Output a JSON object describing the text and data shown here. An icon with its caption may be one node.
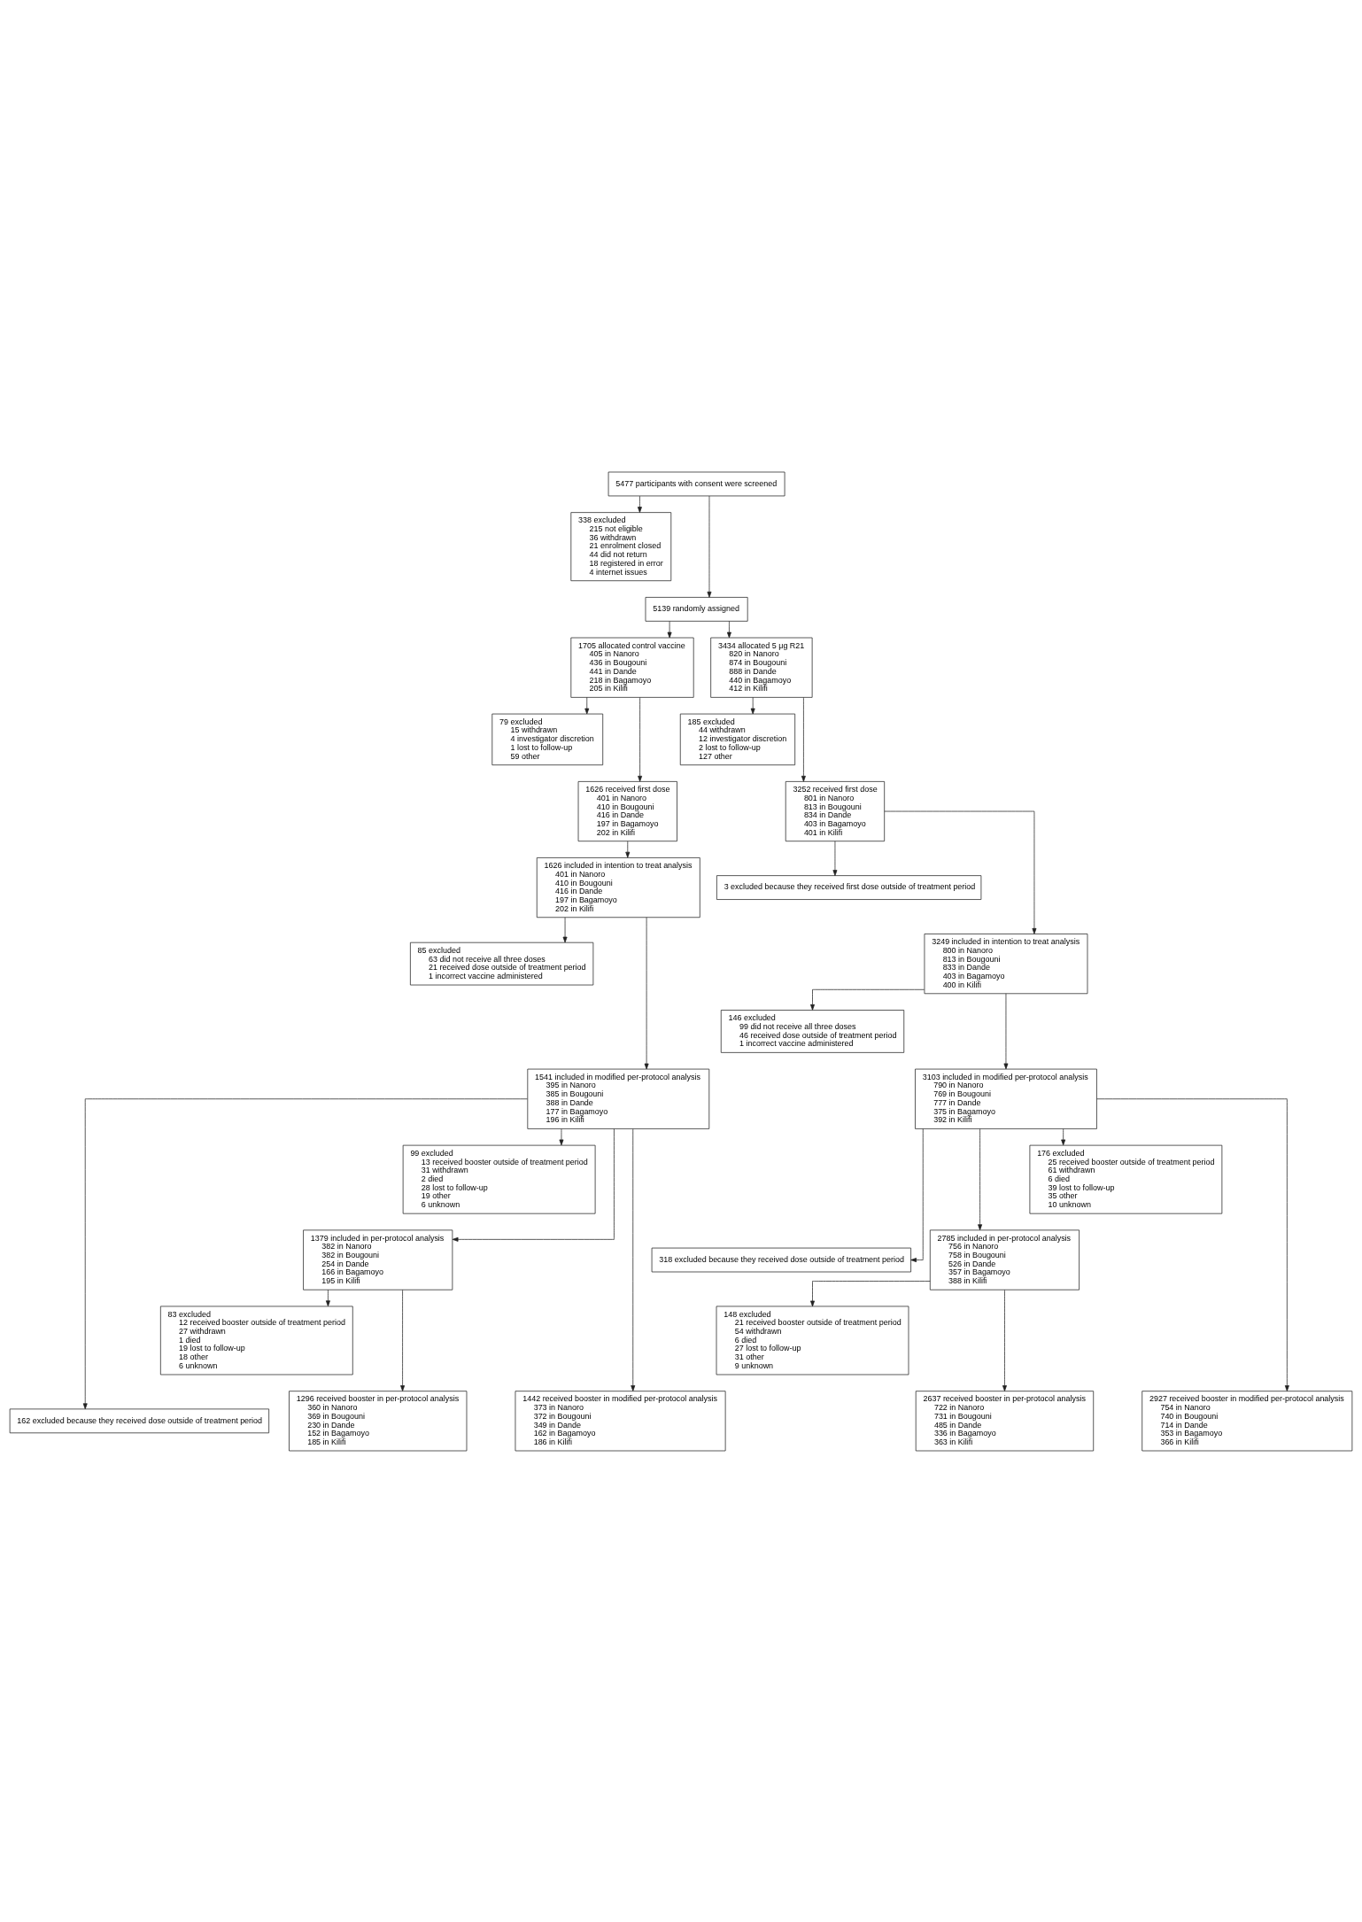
{
  "diagram": {
    "nodes": [
      {
        "text": [
          "5477 participants with consent were screened"
        ]
      },
      {
        "text": [
          "338 excluded",
          "215 not eligible",
          "36 withdrawn",
          "21 enrolment closed",
          "44 did not return",
          "18 registered in error",
          "4 internet issues"
        ]
      },
      {
        "text": [
          "5139 randomly assigned"
        ]
      },
      {
        "text": [
          "1705 allocated control vaccine",
          "405 in Nanoro",
          "436 in Bougouni",
          "441 in Dande",
          "218 in Bagamoyo",
          "205 in Kilifi"
        ]
      },
      {
        "text": [
          "3434 allocated 5 μg R21",
          "820 in Nanoro",
          "874 in Bougouni",
          "888 in Dande",
          "440 in Bagamoyo",
          "412 in Kilifi"
        ]
      },
      {
        "text": [
          "79 excluded",
          "15 withdrawn",
          "4 investigator discretion",
          "1 lost to follow-up",
          "59 other"
        ]
      },
      {
        "text": [
          "185 excluded",
          "44 withdrawn",
          "12 investigator discretion",
          "2 lost to follow-up",
          "127 other"
        ]
      },
      {
        "text": [
          "1626 received first dose",
          "401 in Nanoro",
          "410 in Bougouni",
          "416 in Dande",
          "197 in Bagamoyo",
          "202 in Kilifi"
        ]
      },
      {
        "text": [
          "3252 received first dose",
          "801 in Nanoro",
          "813 in Bougouni",
          "834 in Dande",
          "403 in Bagamoyo",
          "401 in Kilifi"
        ]
      },
      {
        "text": [
          "3 excluded because they received first dose outside of treatment period"
        ]
      },
      {
        "text": [
          "1626 included in intention to treat analysis",
          "401 in Nanoro",
          "410 in Bougouni",
          "416 in Dande",
          "197 in Bagamoyo",
          "202 in Kilifi"
        ]
      },
      {
        "text": [
          "3249 included in intention to treat analysis",
          "800 in Nanoro",
          "813 in Bougouni",
          "833 in Dande",
          "403 in Bagamoyo",
          "400 in Kilifi"
        ]
      },
      {
        "text": [
          "85 excluded",
          "63 did not receive all three doses",
          "21 received dose outside of treatment period",
          "1 incorrect vaccine administered"
        ]
      },
      {
        "text": [
          "146 excluded",
          "99 did not receive all three doses",
          "46 received dose outside of treatment period",
          "1 incorrect vaccine administered"
        ]
      },
      {
        "text": [
          "1541 included in modified per-protocol analysis",
          "395 in Nanoro",
          "385 in Bougouni",
          "388 in Dande",
          "177 in Bagamoyo",
          "196 in Kilifi"
        ]
      },
      {
        "text": [
          "3103 included in modified per-protocol analysis",
          "790 in Nanoro",
          "769 in Bougouni",
          "777 in Dande",
          "375 in Bagamoyo",
          "392 in Kilifi"
        ]
      },
      {
        "text": [
          "162 excluded because they received dose outside of treatment period"
        ]
      },
      {
        "text": [
          "318 excluded because they received dose outside of treatment period"
        ]
      },
      {
        "text": [
          "1379 included in per-protocol analysis",
          "382 in Nanoro",
          "382 in Bougouni",
          "254 in Dande",
          "166 in Bagamoyo",
          "195 in Kilifi"
        ]
      },
      {
        "text": [
          "2785 included in per-protocol analysis",
          "756 in Nanoro",
          "758 in Bougouni",
          "526 in Dande",
          "357 in Bagamoyo",
          "388 in Kilifi"
        ]
      },
      {
        "text": [
          "83 excluded",
          "12 received booster outside of treatment period",
          "27 withdrawn",
          "1 died",
          "19 lost to follow-up",
          "18 other",
          "6 unknown"
        ]
      },
      {
        "text": [
          "99 excluded",
          "13 received booster outside of treatment period",
          "31 withdrawn",
          "2 died",
          "28 lost to follow-up",
          "19 other",
          "6 unknown"
        ]
      },
      {
        "text": [
          "148 excluded",
          "21 received booster outside of treatment period",
          "54 withdrawn",
          "6 died",
          "27 lost to follow-up",
          "31 other",
          "9 unknown"
        ]
      },
      {
        "text": [
          "176 excluded",
          "25 received booster outside of treatment period",
          "61 withdrawn",
          "6 died",
          "39 lost to follow-up",
          "35 other",
          "10 unknown"
        ]
      },
      {
        "text": [
          "1296 received booster in per-protocol analysis",
          "360 in Nanoro",
          "369 in Bougouni",
          "230 in Dande",
          "152 in Bagamoyo",
          "185 in Kilifi"
        ]
      },
      {
        "text": [
          "1442 received booster in modified per-protocol analysis",
          "373 in Nanoro",
          "372 in Bougouni",
          "349 in Dande",
          "162 in Bagamoyo",
          "186 in Kilifi"
        ]
      },
      {
        "text": [
          "2637 received booster in per-protocol analysis",
          "722 in Nanoro",
          "731 in Bougouni",
          "485 in Dande",
          "336 in Bagamoyo",
          "363 in Kilifi"
        ]
      },
      {
        "text": [
          "2927 received booster in modified per-protocol analysis",
          "754 in Nanoro",
          "740 in Bougouni",
          "714 in Dande",
          "353 in Bagamoyo",
          "366 in Kilifi"
        ]
      }
    ],
    "edges": [
      {
        "from": 0,
        "to": 2,
        "arrow": "to"
      },
      {
        "from": 0,
        "to": 1,
        "arrow": "to"
      },
      {
        "from": 2,
        "to": 3,
        "arrow": "to"
      },
      {
        "from": 2,
        "to": 4,
        "arrow": "to"
      },
      {
        "from": 3,
        "to": 7,
        "arrow": "to"
      },
      {
        "from": 3,
        "to": 5,
        "arrow": "to"
      },
      {
        "from": 4,
        "to": 8,
        "arrow": "to"
      },
      {
        "from": 4,
        "to": 6,
        "arrow": "to"
      },
      {
        "from": 7,
        "to": 10,
        "arrow": "to"
      },
      {
        "from": 8,
        "to": 11,
        "arrow": "to"
      },
      {
        "from": 8,
        "to": 9,
        "arrow": "to"
      },
      {
        "from": 10,
        "to": 14,
        "arrow": "to"
      },
      {
        "from": 10,
        "to": 12,
        "arrow": "to"
      },
      {
        "from": 11,
        "to": 15,
        "arrow": "to"
      },
      {
        "from": 11,
        "to": 13,
        "arrow": "to"
      },
      {
        "from": 14,
        "to": 18,
        "arrow": "to"
      },
      {
        "from": 14,
        "to": 16,
        "arrow": "to"
      },
      {
        "from": 14,
        "to": 25,
        "arrow": "to"
      },
      {
        "from": 14,
        "to": 21,
        "arrow": "to"
      },
      {
        "from": 15,
        "to": 19,
        "arrow": "to"
      },
      {
        "from": 15,
        "to": 17,
        "arrow": "to"
      },
      {
        "from": 15,
        "to": 27,
        "arrow": "to"
      },
      {
        "from": 15,
        "to": 23,
        "arrow": "to"
      },
      {
        "from": 18,
        "to": 24,
        "arrow": "to"
      },
      {
        "from": 18,
        "to": 20,
        "arrow": "to"
      },
      {
        "from": 19,
        "to": 26,
        "arrow": "to"
      },
      {
        "from": 19,
        "to": 22,
        "arrow": "to"
      }
    ]
  }
}
